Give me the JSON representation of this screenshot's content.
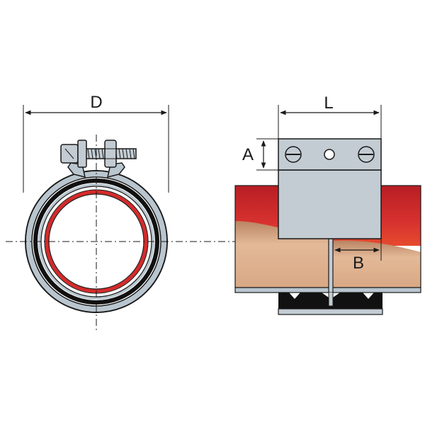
{
  "labels": {
    "d": "D",
    "l": "L",
    "a": "A",
    "b": "B"
  },
  "colors": {
    "clamp_band": "#b9c6cf",
    "outline": "#1a1a1a",
    "red_gasket": "#d42a2a",
    "pipe_red": "#c8242b",
    "pipe_tan": "#d8aa88",
    "housing": "#c3ccd3",
    "rubber": "#111111"
  },
  "icons": [
    "clamp-bolt-icon",
    "screw-head-icon",
    "rivet-icon"
  ]
}
